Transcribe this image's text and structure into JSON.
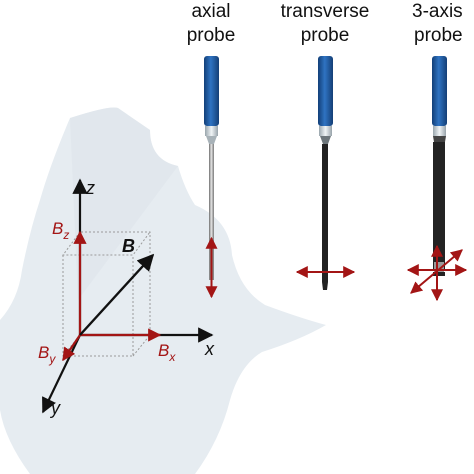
{
  "probes": [
    {
      "line1": "axial",
      "line2": "probe"
    },
    {
      "line1": "transverse",
      "line2": "probe"
    },
    {
      "line1": "3-axis",
      "line2": "probe"
    }
  ],
  "axes": {
    "z": "z",
    "x": "x",
    "y": "y"
  },
  "field": {
    "vector": "B",
    "bz_main": "B",
    "bz_sub": "z",
    "bx_main": "B",
    "bx_sub": "x",
    "by_main": "B",
    "by_sub": "y"
  },
  "colors": {
    "handle_blue": "#1f5ca6",
    "field_red": "#a31515",
    "sheet": "#e6ecf1",
    "axis_black": "#111111"
  }
}
